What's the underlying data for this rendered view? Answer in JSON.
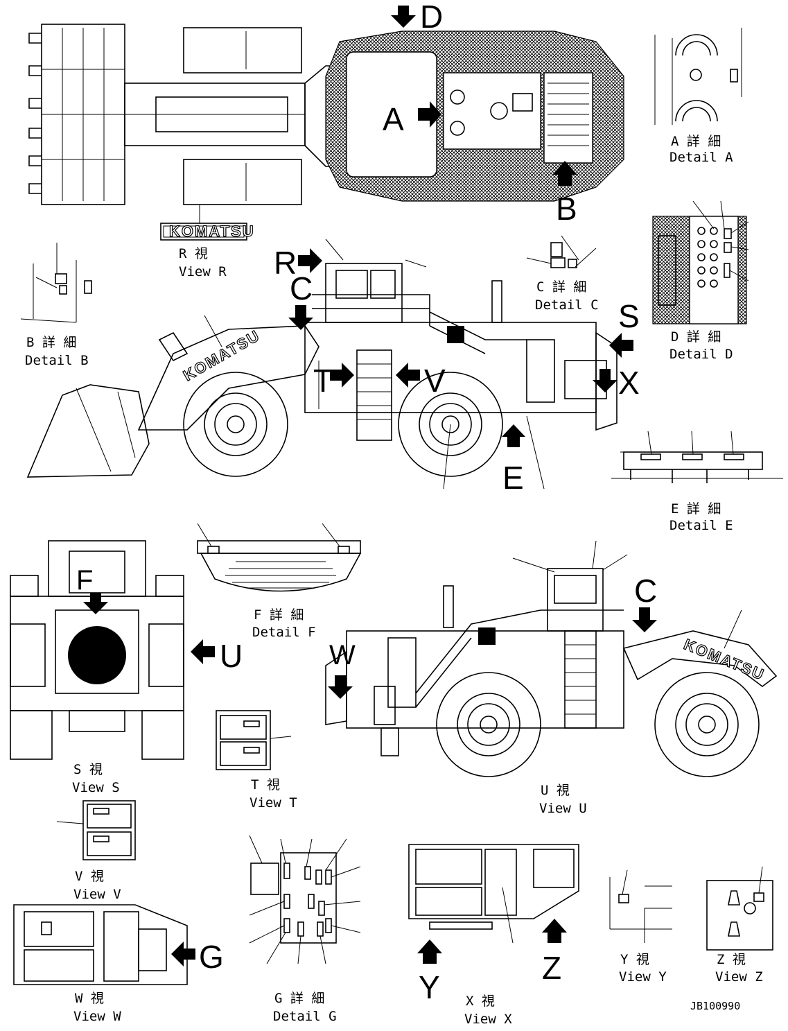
{
  "drawing_id": "JB100990",
  "brand_logo": "KOMATSU",
  "callouts": {
    "A": "A",
    "B": "B",
    "C": "C",
    "D": "D",
    "E": "E",
    "F": "F",
    "G": "G",
    "R": "R",
    "S": "S",
    "T": "T",
    "U": "U",
    "V": "V",
    "W": "W",
    "X": "X",
    "Y": "Y",
    "Z": "Z"
  },
  "captions": {
    "detail_a": {
      "jp": "A 詳 細",
      "en": "Detail A"
    },
    "detail_b": {
      "jp": "B 詳 細",
      "en": "Detail B"
    },
    "detail_c": {
      "jp": "C 詳 細",
      "en": "Detail C"
    },
    "detail_d": {
      "jp": "D 詳 細",
      "en": "Detail D"
    },
    "detail_e": {
      "jp": "E 詳 細",
      "en": "Detail E"
    },
    "detail_f": {
      "jp": "F 詳 細",
      "en": "Detail F"
    },
    "detail_g": {
      "jp": "G 詳 細",
      "en": "Detail G"
    },
    "view_r": {
      "jp": "R 視",
      "en": "View R"
    },
    "view_s": {
      "jp": "S 視",
      "en": "View S"
    },
    "view_t": {
      "jp": "T 視",
      "en": "View T"
    },
    "view_u": {
      "jp": "U 視",
      "en": "View U"
    },
    "view_v": {
      "jp": "V 視",
      "en": "View V"
    },
    "view_w": {
      "jp": "W 視",
      "en": "View W"
    },
    "view_x": {
      "jp": "X 視",
      "en": "View X"
    },
    "view_y": {
      "jp": "Y 視",
      "en": "View Y"
    },
    "view_z": {
      "jp": "Z 視",
      "en": "View Z"
    }
  }
}
